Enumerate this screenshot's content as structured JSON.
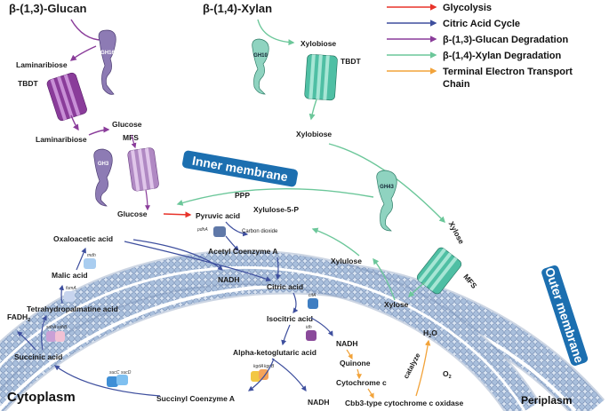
{
  "legend": [
    {
      "label": "Glycolysis",
      "color": "#e8332a"
    },
    {
      "label": "Citric Acid Cycle",
      "color": "#3e4f9e"
    },
    {
      "label": "β-(1,3)-Glucan Degradation",
      "color": "#8a3c9a"
    },
    {
      "label": "β-(1,4)-Xylan Degradation",
      "color": "#6cc79a"
    },
    {
      "label": "Terminal Electron Transport",
      "label2": "Chain",
      "color": "#f2a33a"
    }
  ],
  "regions": {
    "cytoplasm": "Cytoplasm",
    "periplasm": "Periplasm"
  },
  "membranes": {
    "inner": "Inner membrane",
    "outer": "Outer membrane"
  },
  "substrates": {
    "glucan": "β-(1,3)-Glucan",
    "xylan": "β-(1,4)-Xylan"
  },
  "proteins": {
    "gh16": "GH16",
    "gh10": "GH10",
    "gh3": "GH3",
    "gh43": "GH43",
    "tbdt_left": "TBDT",
    "tbdt_right": "TBDT",
    "mfs_left": "MFS",
    "mfs_right": "MFS"
  },
  "metabolites": {
    "laminaribiose_out": "Laminaribiose",
    "laminaribiose_in": "Laminaribiose",
    "glucose_peri": "Glucose",
    "xylobiose_out": "Xylobiose",
    "xylobiose_in": "Xylobiose",
    "xylose_peri": "Xylose",
    "xylose_in": "Xylose",
    "xylulose": "Xylulose",
    "xylulose5p": "Xylulose-5-P",
    "ppp": "PPP",
    "glucose_cyto": "Glucose",
    "pyruvic": "Pyruvic acid",
    "co2": "Carbon dioxide",
    "acetylcoa": "Acetyl Coenzyme A",
    "oxaloacetic": "Oxaloacetic acid",
    "nadh1": "NADH",
    "citric": "Citric acid",
    "malic": "Malic acid",
    "thp": "Tetrahydropalmatine acid",
    "fadh2": "FADH",
    "fadh2_sub": "2",
    "succinic": "Succinic acid",
    "isocitric": "Isocitric acid",
    "nadh2": "NADH",
    "alpha": "Alpha-ketoglutaric acid",
    "quinone": "Quinone",
    "cytc": "Cytochrome c",
    "succinylcoa": "Succinyl Coenzyme A",
    "nadh3": "NADH",
    "cbb3": "Cbb3-type cytochrome c oxidase",
    "catalyze": "catalyze",
    "h2o": "H",
    "h2o_sub": "2",
    "h2o_end": "O",
    "o2": "O",
    "o2_sub": "2"
  },
  "enzymes": {
    "pdhA": "pdhA",
    "mdh": "mdh",
    "fumA": "fumA",
    "sdhA": "sdhA",
    "sdhB": "sdhB",
    "sucC": "sucC",
    "sucD": "sucD",
    "kgdA": "kgdA",
    "kgdB": "kgdB",
    "citA": "citA",
    "idh": "idh"
  }
}
